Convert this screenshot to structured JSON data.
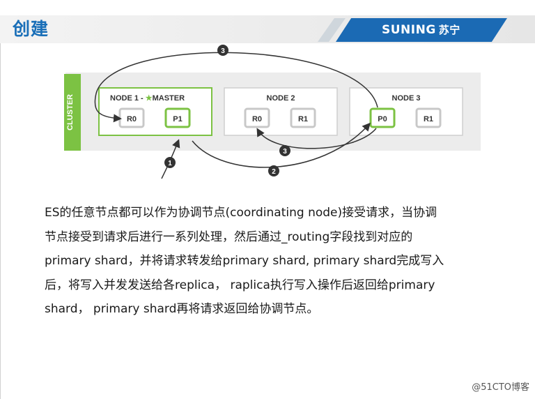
{
  "slide": {
    "title": "创建",
    "logo_en": "SUNING",
    "logo_cn": "苏宁"
  },
  "diagram": {
    "cluster_label": "CLUSTER",
    "nodes": [
      {
        "title": "NODE 1 - ",
        "master_label": "MASTER",
        "shards": [
          "R0",
          "P1"
        ],
        "highlight": "P1"
      },
      {
        "title": "NODE 2",
        "shards": [
          "R0",
          "R1"
        ]
      },
      {
        "title": "NODE 3",
        "shards": [
          "P0",
          "R1"
        ],
        "highlight": "P0"
      }
    ],
    "steps": [
      "1",
      "2",
      "3",
      "3"
    ],
    "colors": {
      "green": "#7cc243",
      "dark": "#333333",
      "box_border": "#cfcfcf",
      "panel": "#ececec"
    }
  },
  "body_lines": [
    "ES的任意节点都可以作为协调节点(coordinating node)接受请求，当协调",
    "节点接受到请求后进行一系列处理，然后通过_routing字段找到对应的",
    "primary shard，并将请求转发给primary shard, primary shard完成写入",
    "后，将写入并发发送给各replica， raplica执行写入操作后返回给primary",
    "shard， primary shard再将请求返回给协调节点。"
  ],
  "watermark": "@51CTO博客"
}
